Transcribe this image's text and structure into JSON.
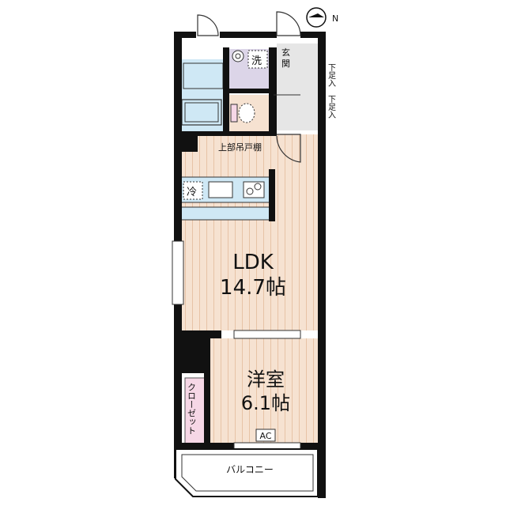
{
  "compass": {
    "north": "N"
  },
  "rooms": {
    "ldk": {
      "name": "LDK",
      "size": "14.7帖"
    },
    "western": {
      "name": "洋室",
      "size": "6.1帖"
    }
  },
  "labels": {
    "entrance_1": "玄",
    "entrance_2": "関",
    "washer": "洗",
    "fridge": "冷",
    "upper_cabinet": "上部吊戸棚",
    "footstool_1": "下足入",
    "footstool_2": "下足入",
    "closet": "クローゼット",
    "ac": "AC",
    "balcony": "バルコニー"
  },
  "colors": {
    "floor": "#f6e2d1",
    "floor_line": "#e7c3a6",
    "wet_area": "#cfe8f5",
    "washroom": "#dcd5e8",
    "entrance": "#e6e6e6",
    "closet": "#f6d7e6",
    "wall": "#111111"
  }
}
